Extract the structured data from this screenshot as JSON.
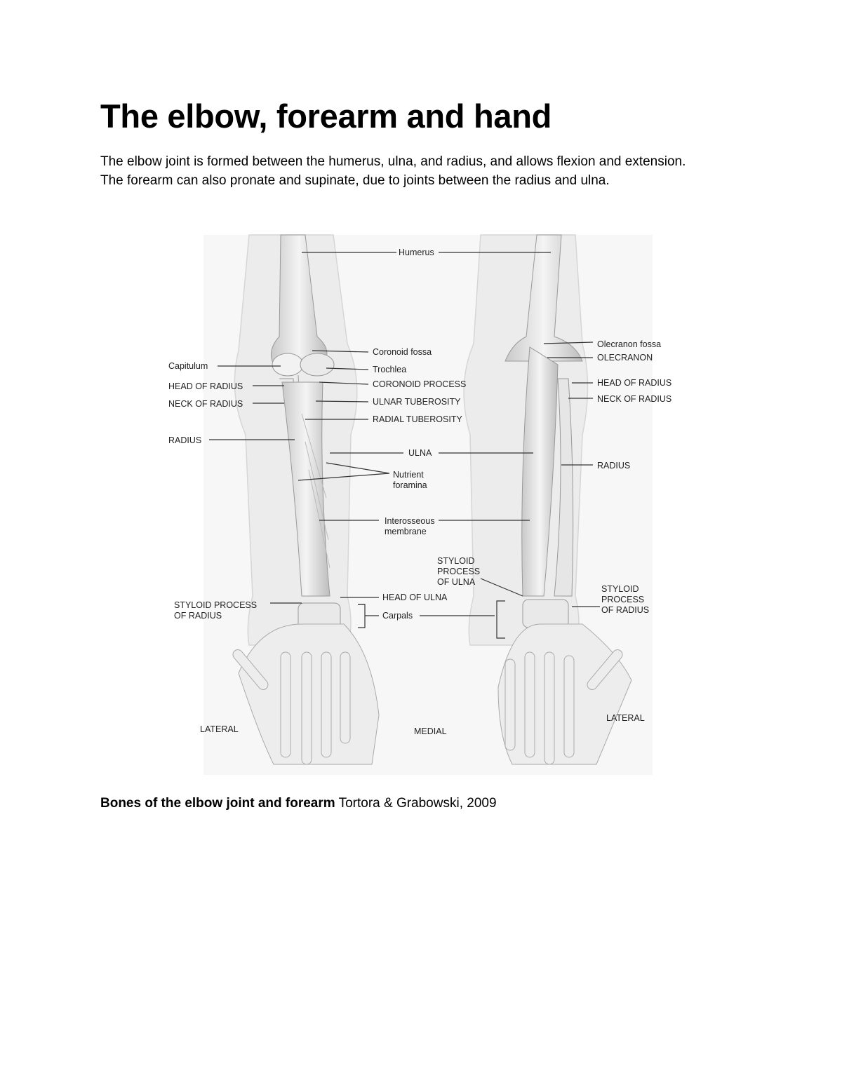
{
  "document": {
    "title": "The elbow, forearm and hand",
    "paragraphs": [
      "The elbow joint is formed between the humerus, ulna, and radius, and allows flexion and extension.",
      "The forearm can also pronate and supinate, due to joints between the radius and ulna."
    ],
    "caption": {
      "bold": "Bones of the elbow joint and forearm",
      "source": "Tortora & Grabowski, 2009"
    }
  },
  "figure": {
    "labels": {
      "humerus": "Humerus",
      "coronoid_fossa": "Coronoid fossa",
      "trochlea": "Trochlea",
      "coronoid_process": "CORONOID PROCESS",
      "ulnar_tuberosity": "ULNAR TUBEROSITY",
      "radial_tuberosity": "RADIAL TUBEROSITY",
      "capitulum": "Capitulum",
      "head_of_radius_left": "HEAD OF RADIUS",
      "neck_of_radius_left": "NECK OF RADIUS",
      "radius_left": "RADIUS",
      "ulna": "ULNA",
      "nutrient_1": "Nutrient",
      "nutrient_2": "foramina",
      "interosseous_1": "Interosseous",
      "interosseous_2": "membrane",
      "styloid_ulna_1": "STYLOID",
      "styloid_ulna_2": "PROCESS",
      "styloid_ulna_3": "OF ULNA",
      "head_of_ulna": "HEAD OF ULNA",
      "carpals": "Carpals",
      "styloid_radius_left_1": "STYLOID PROCESS",
      "styloid_radius_left_2": "OF RADIUS",
      "olecranon_fossa": "Olecranon fossa",
      "olecranon": "OLECRANON",
      "head_of_radius_right": "HEAD OF RADIUS",
      "neck_of_radius_right": "NECK OF RADIUS",
      "radius_right": "RADIUS",
      "styloid_radius_right_1": "STYLOID",
      "styloid_radius_right_2": "PROCESS",
      "styloid_radius_right_3": "OF RADIUS",
      "lateral_left": "LATERAL",
      "medial": "MEDIAL",
      "lateral_right": "LATERAL"
    }
  }
}
